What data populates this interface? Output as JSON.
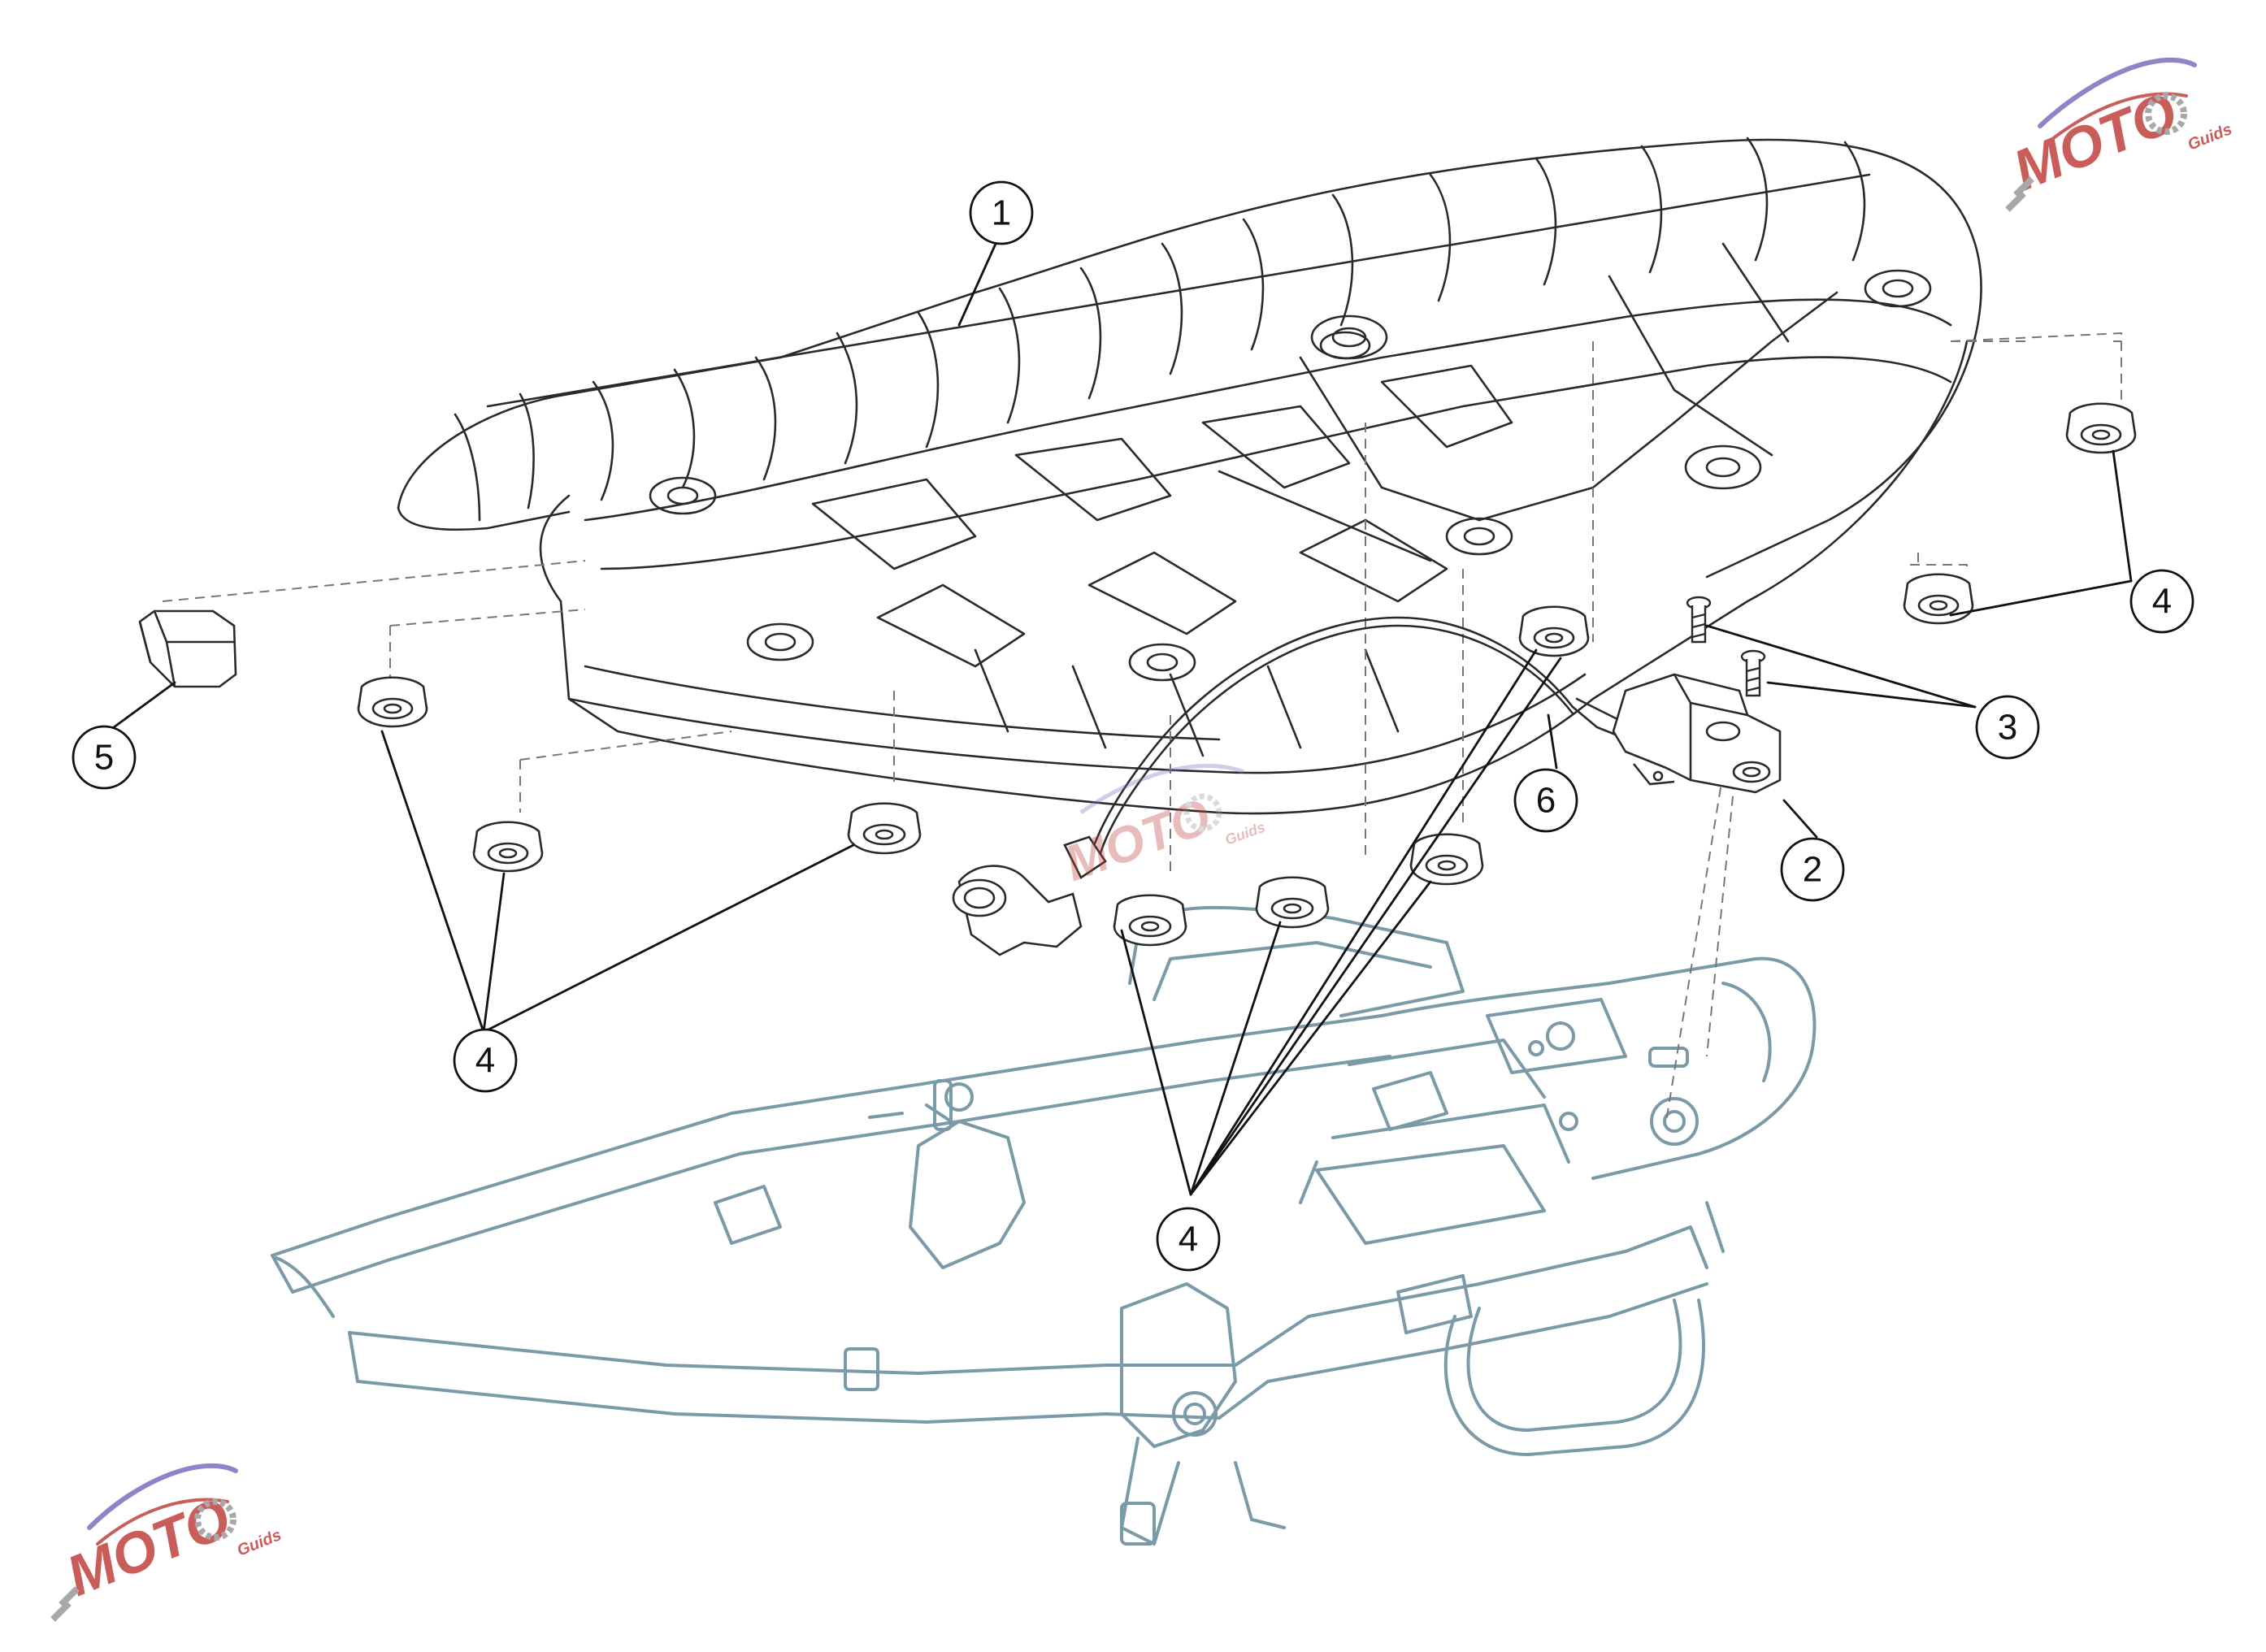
{
  "diagram": {
    "callouts": [
      {
        "id": "c1",
        "label": "1"
      },
      {
        "id": "c2",
        "label": "2"
      },
      {
        "id": "c3",
        "label": "3"
      },
      {
        "id": "c4a",
        "label": "4"
      },
      {
        "id": "c4b",
        "label": "4"
      },
      {
        "id": "c4c",
        "label": "4"
      },
      {
        "id": "c5",
        "label": "5"
      },
      {
        "id": "c6",
        "label": "6"
      }
    ]
  },
  "watermark": {
    "brand": "MOTO",
    "sub": "Guids"
  },
  "colors": {
    "seat_line": "#2a2a2a",
    "frame_line": "#7a9aa8",
    "callout_line": "#111111",
    "dash_line": "#777777",
    "watermark_red": "#c0413e",
    "watermark_purple": "#7d6fc0",
    "watermark_grey": "#9a9a9a"
  }
}
